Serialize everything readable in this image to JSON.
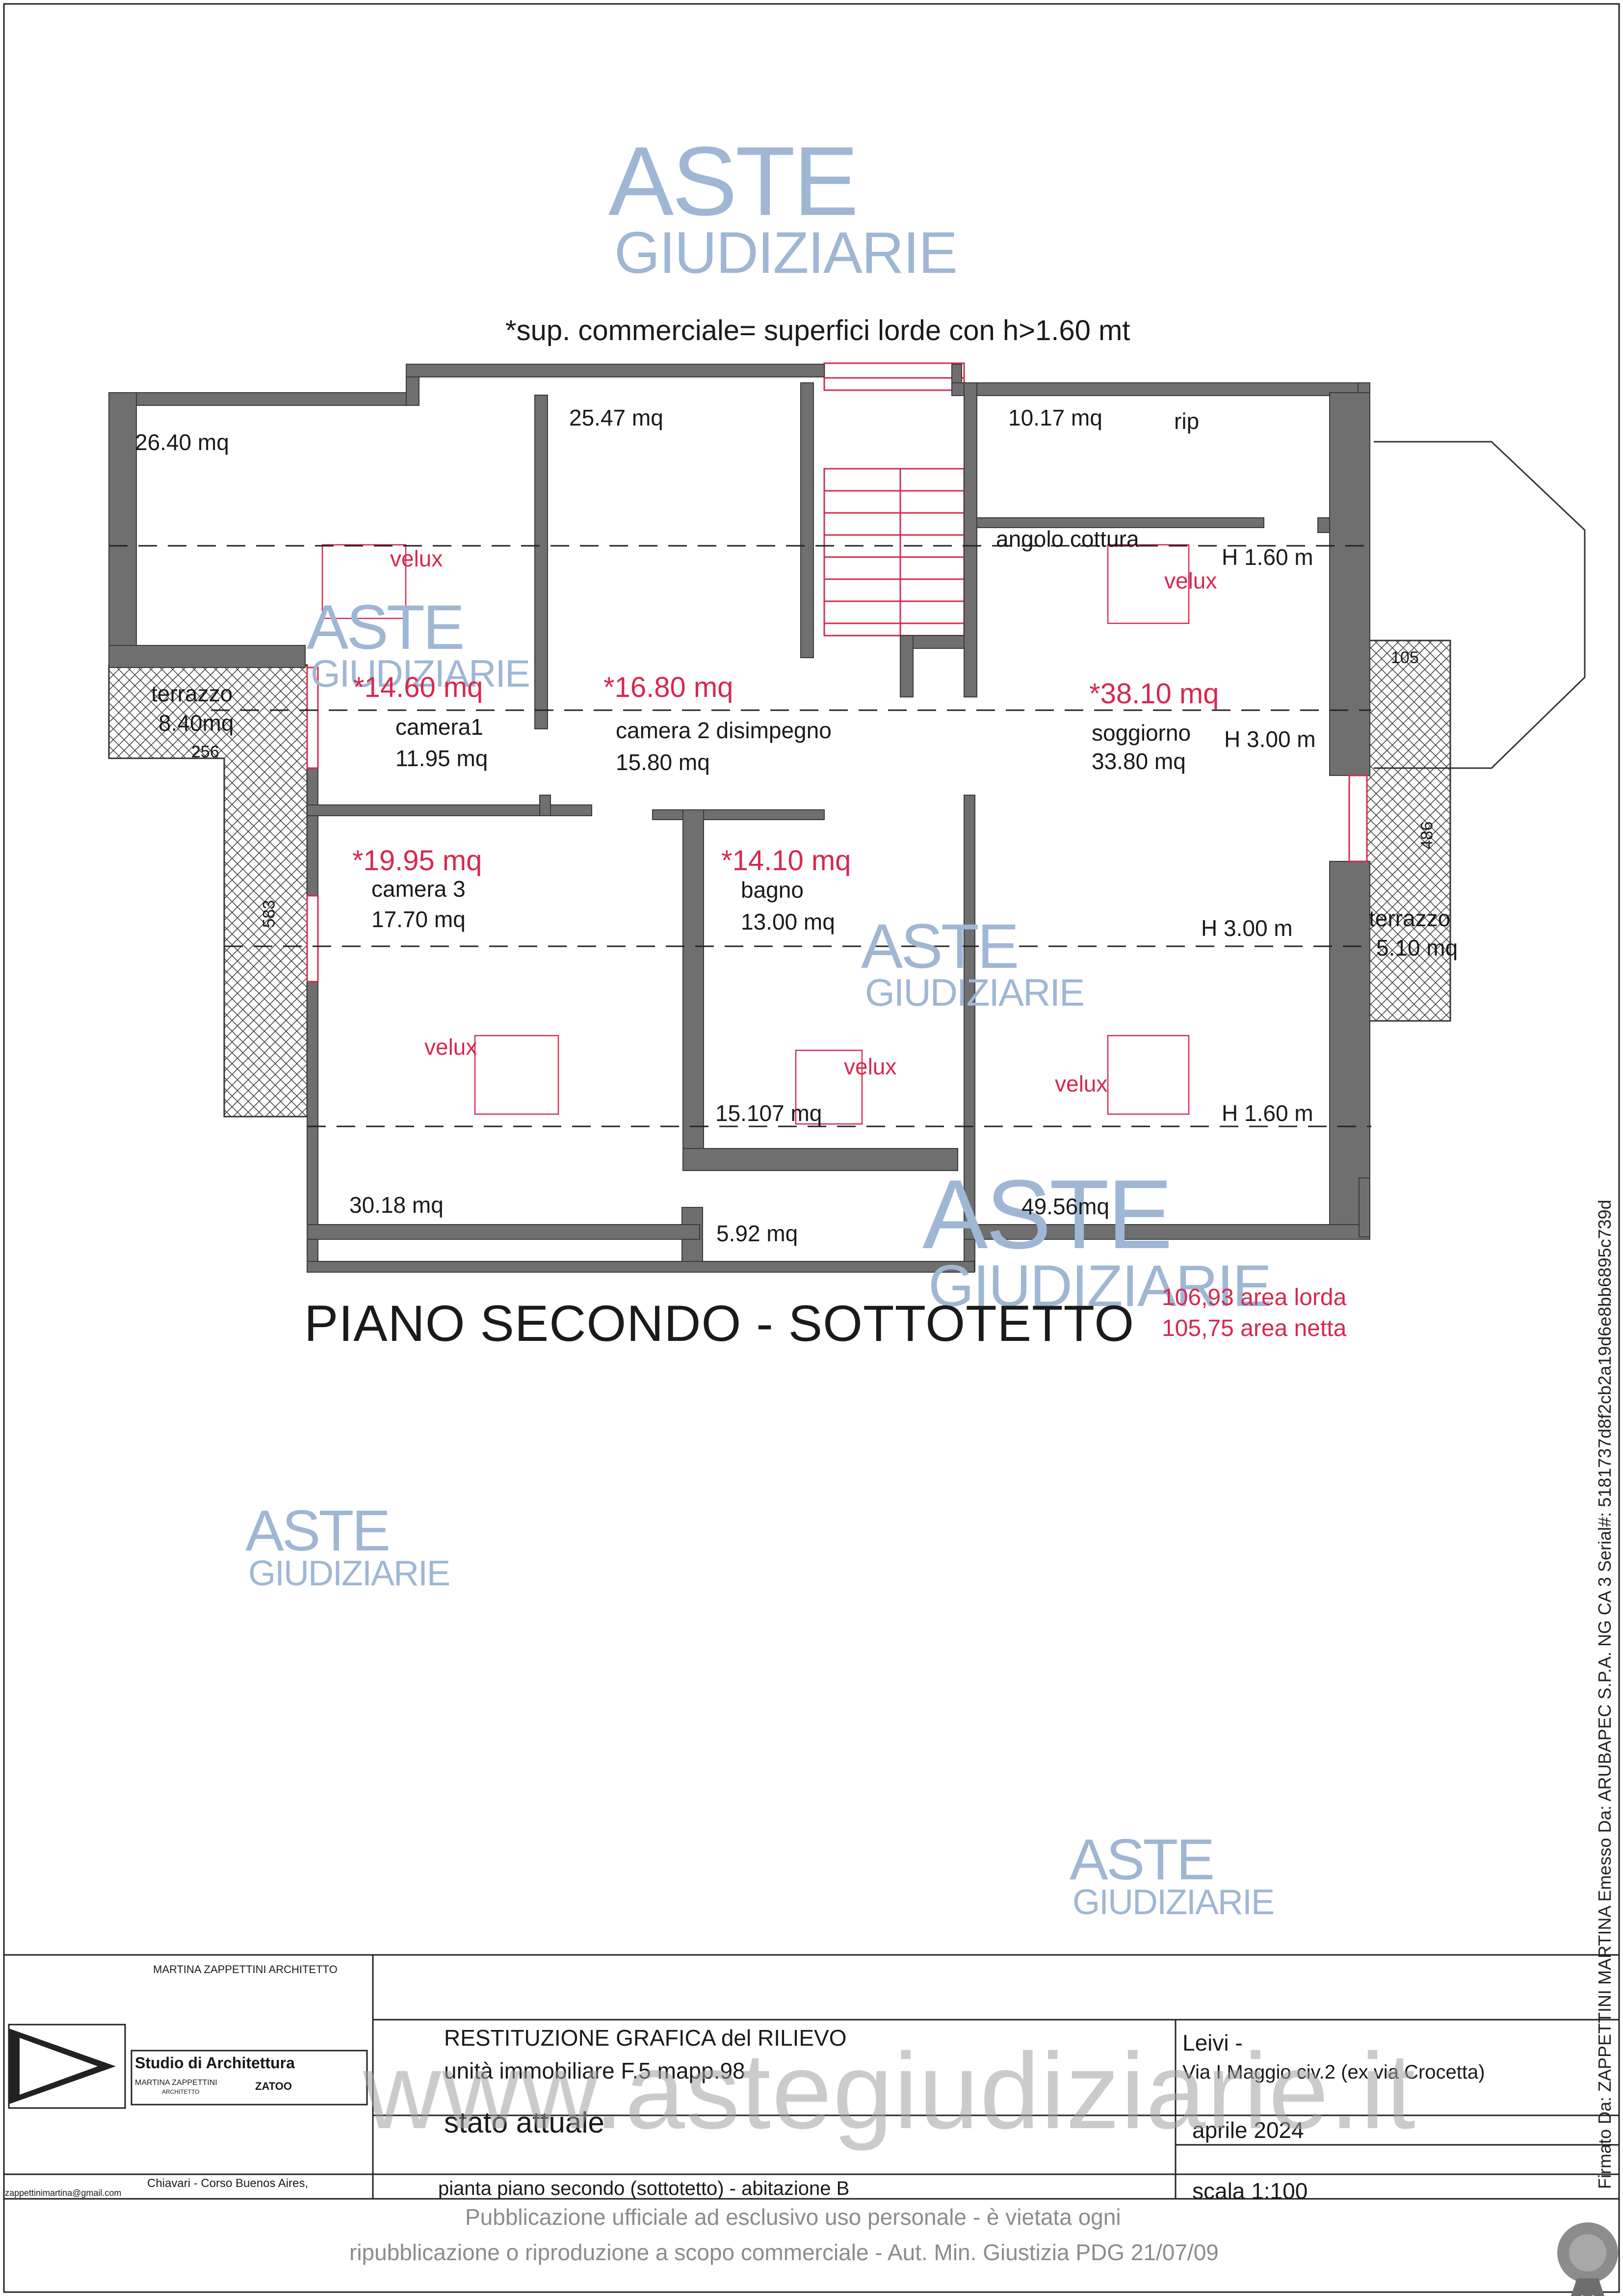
{
  "watermark": {
    "aste_word": "ASTE",
    "giudiziarie_word": "GIUDIZIARIE",
    "site_text": "www.astegiudiziarie.it"
  },
  "note": "*sup. commerciale= superfici lorde con h>1.60 mt",
  "plan": {
    "areas": {
      "a26_40": "26.40 mq",
      "a25_47": "25.47 mq",
      "a10_17": "10.17 mq",
      "rip": "rip",
      "angolo": "angolo cottura",
      "velux": "velux",
      "h160": "H 1.60 m",
      "h300": "H 3.00 m",
      "terrazzo_label": "terrazzo",
      "terrazzo_left_area": "8.40mq",
      "dim_256": "256",
      "dim_583": "583",
      "dim_105": "105",
      "dim_486": "486",
      "terrazzo_right_area": "5.10 mq",
      "red_14_60": "*14.60 mq",
      "red_16_80": "*16.80 mq",
      "red_38_10": "*38.10 mq",
      "red_19_95": "*19.95 mq",
      "red_14_10": "*14.10 mq",
      "camera1": "camera1",
      "camera1_area": "11.95 mq",
      "camera2": "camera 2 disimpegno",
      "camera2_area": "15.80 mq",
      "soggiorno": "soggiorno",
      "soggiorno_area": "33.80 mq",
      "camera3": "camera 3",
      "camera3_area": "17.70 mq",
      "bagno": "bagno",
      "bagno_area": "13.00 mq",
      "a15_107": "15.107 mq",
      "a30_18": "30.18 mq",
      "a5_92": "5.92 mq",
      "a49_56": "49.56mq"
    },
    "title": "PIANO SECONDO - SOTTOTETTO",
    "area_lorda": "106,93 area lorda",
    "area_netta": "105,75 area netta"
  },
  "title_block": {
    "architect": "MARTINA  ZAPPETTINI  ARCHITETTO",
    "studio": "Studio di Architettura",
    "studio_name": "MARTINA ZAPPETTINI",
    "studio_sub": "ARCHITETTO",
    "zatoo": "ZATOO",
    "address": "Chiavari - Corso Buenos Aires,",
    "email": "zappettinimartina@gmail.com",
    "restituzione": "RESTITUZIONE GRAFICA del RILIEVO",
    "unita": "unità immobiliare F.5 mapp.98",
    "stato": "stato attuale",
    "pianta": "pianta piano secondo (sottotetto) - abitazione B",
    "leivi": "Leivi -",
    "via": "Via I Maggio civ.2 (ex via Crocetta)",
    "date": "aprile  2024",
    "scale": "scala 1:100"
  },
  "publication": {
    "line1": "Pubblicazione ufficiale ad esclusivo uso personale - è vietata ogni",
    "line2": "ripubblicazione o riproduzione a scopo commerciale - Aut. Min. Giustizia PDG 21/07/09"
  },
  "signature": "Firmato Da: ZAPPETTINI MARTINA Emesso Da: ARUBAPEC S.P.A. NG CA 3 Serial#: 5181737d8f2cb2a19d6e8bb6895c739d",
  "colors": {
    "wall": "#6f6f6f",
    "red": "#d6294e",
    "watermark_blue": "#9fb7d4"
  }
}
